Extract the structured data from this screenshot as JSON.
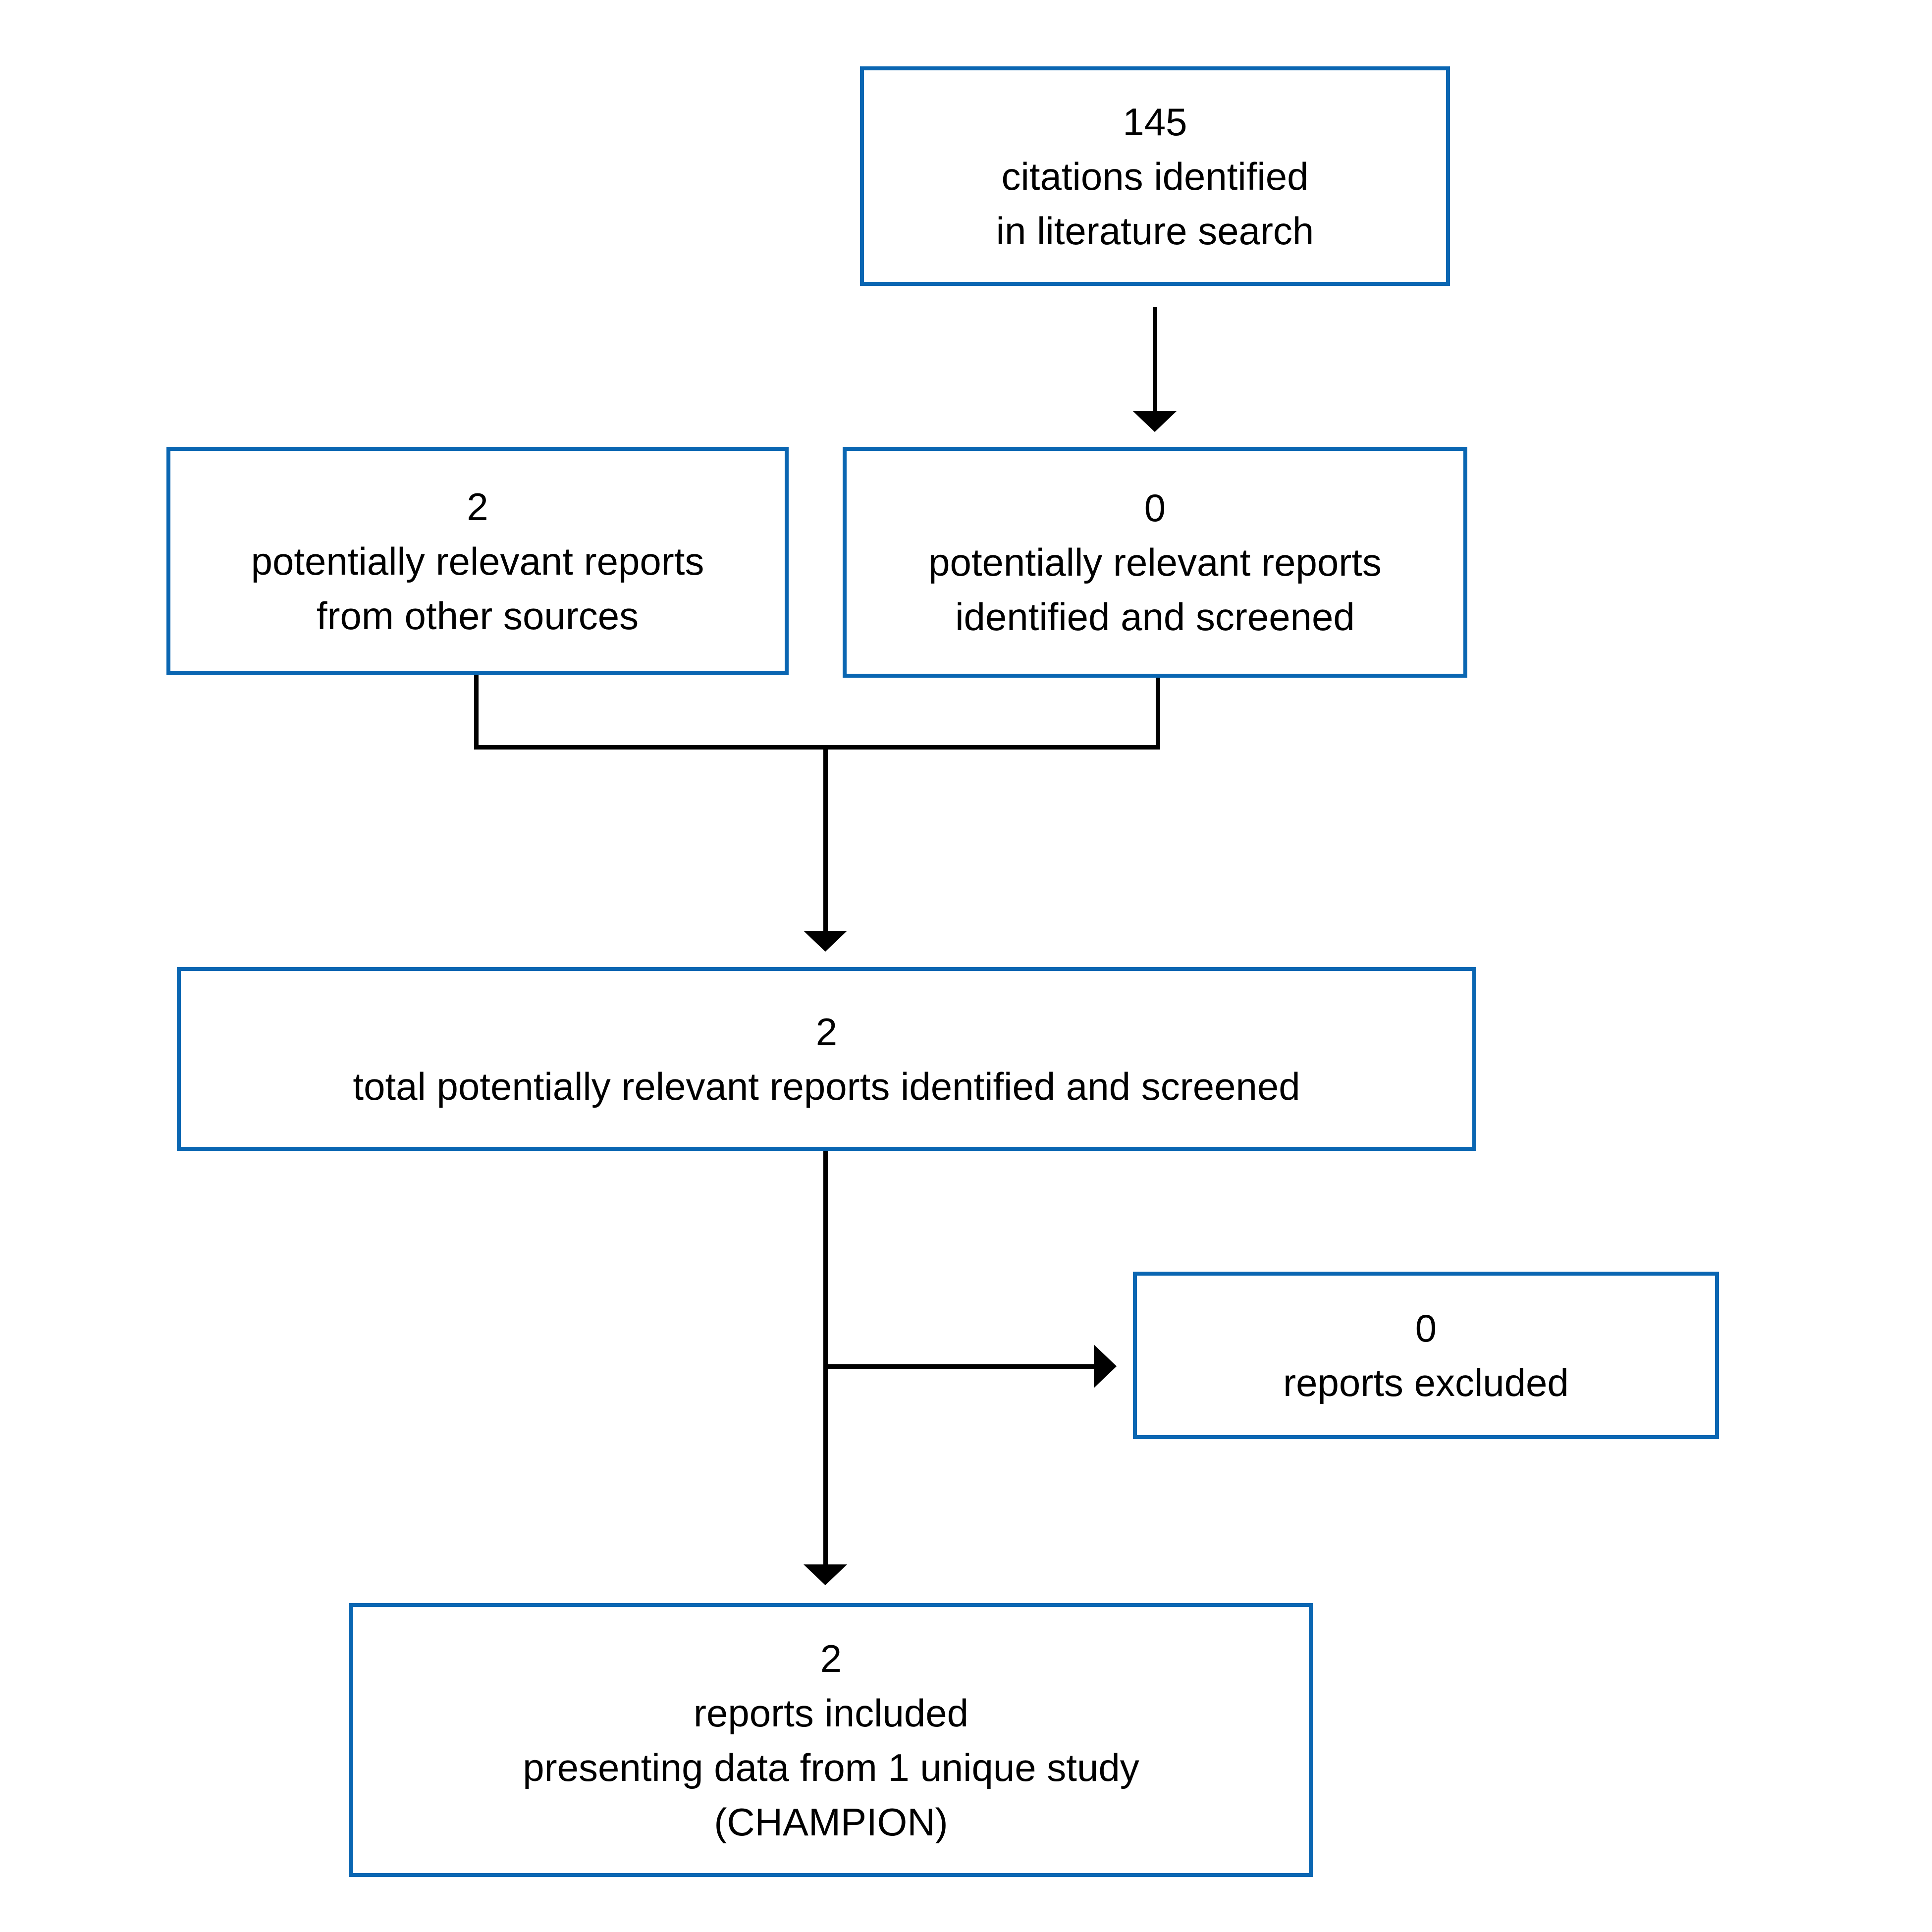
{
  "diagram": {
    "type": "flowchart",
    "colors": {
      "box-border": "#0a66b2",
      "connector": "#000000",
      "text": "#000000",
      "background": "#ffffff"
    },
    "boxes": {
      "identified": {
        "count": "145",
        "lines": [
          "citations identified",
          "in literature search"
        ]
      },
      "other_sources": {
        "count": "2",
        "lines": [
          "potentially relevant reports",
          "from other sources"
        ]
      },
      "screened": {
        "count": "0",
        "lines": [
          "potentially relevant reports",
          "identified and screened"
        ]
      },
      "total": {
        "count": "2",
        "lines": [
          "total potentially relevant reports identified and screened"
        ]
      },
      "excluded": {
        "count": "0",
        "lines": [
          "reports excluded"
        ]
      },
      "included": {
        "count": "2",
        "lines": [
          "reports included",
          "presenting data from 1 unique study",
          "(CHAMPION)"
        ]
      }
    }
  }
}
